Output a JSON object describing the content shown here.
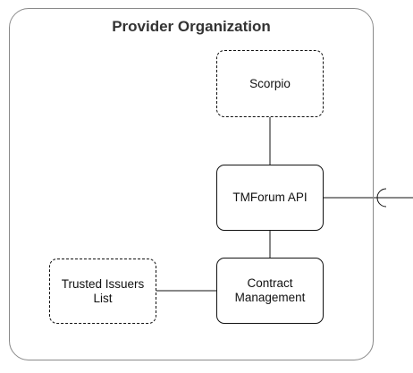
{
  "diagram": {
    "container": {
      "title": "Provider Organization"
    },
    "nodes": {
      "scorpio": {
        "label": "Scorpio",
        "style": "dashed"
      },
      "tmforum_api": {
        "label": "TMForum API",
        "style": "solid"
      },
      "contract_management": {
        "label": "Contract\nManagement",
        "style": "solid"
      },
      "trusted_issuers_list": {
        "label": "Trusted Issuers\nList",
        "style": "dashed"
      }
    },
    "edges": [
      {
        "from": "scorpio",
        "to": "tmforum_api"
      },
      {
        "from": "tmforum_api",
        "to": "contract_management"
      },
      {
        "from": "trusted_issuers_list",
        "to": "contract_management"
      }
    ],
    "interfaces": [
      {
        "node": "tmforum_api",
        "type": "provided-interface-socket"
      }
    ],
    "colors": {
      "stroke": "#111111",
      "container_border": "#8a8a8a",
      "title": "#333333"
    }
  }
}
